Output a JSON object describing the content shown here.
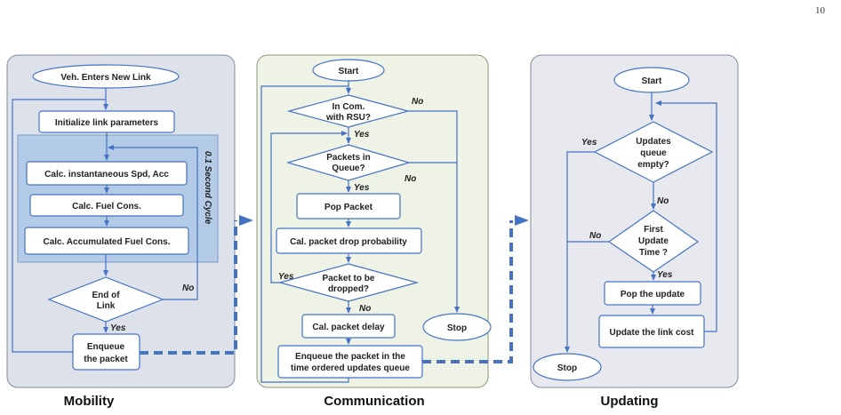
{
  "page_number": "10",
  "panels": {
    "mobility": {
      "title": "Mobility",
      "start": "Veh. Enters New Link",
      "init": "Initialize link parameters",
      "calc_spd": "Calc. instantaneous Spd,  Acc",
      "calc_fuel": "Calc. Fuel Cons.",
      "calc_accum": "Calc. Accumulated Fuel Cons.",
      "cycle_label": "0.1 Second Cycle",
      "end_link_1": "End of",
      "end_link_2": "Link",
      "yes": "Yes",
      "no": "No",
      "enqueue_1": "Enqueue",
      "enqueue_2": "the packet"
    },
    "communication": {
      "title": "Communication",
      "start": "Start",
      "in_com_1": "In Com.",
      "in_com_2": "with RSU?",
      "no_top": "No",
      "yes_1": "Yes",
      "packets_1": "Packets in",
      "packets_2": "Queue?",
      "no_mid": "No",
      "yes_2": "Yes",
      "pop": "Pop Packet",
      "drop_prob": "Cal. packet drop probability",
      "dropped_1": "Packet to be",
      "dropped_2": "dropped?",
      "yes_3": "Yes",
      "no_3": "No",
      "delay": "Cal. packet delay",
      "stop": "Stop",
      "enqueue_1": "Enqueue the packet in the",
      "enqueue_2": "time ordered updates queue"
    },
    "updating": {
      "title": "Updating",
      "start": "Start",
      "empty_1": "Updates",
      "empty_2": "queue",
      "empty_3": "empty?",
      "yes_1": "Yes",
      "no_1": "No",
      "first_1": "First",
      "first_2": "Update",
      "first_3": "Time ?",
      "no_2": "No",
      "yes_2": "Yes",
      "pop": "Pop the update",
      "update_cost": "Update the link cost",
      "stop": "Stop"
    }
  },
  "colors": {
    "mobility_bg": "#dde1ea",
    "cycle_bg": "#b3cbe6",
    "comm_bg": "#eef3e6",
    "update_bg": "#e8e9ee",
    "line": "#4472c4",
    "box_border": "#4472c4",
    "dashed": "#4472c4"
  }
}
